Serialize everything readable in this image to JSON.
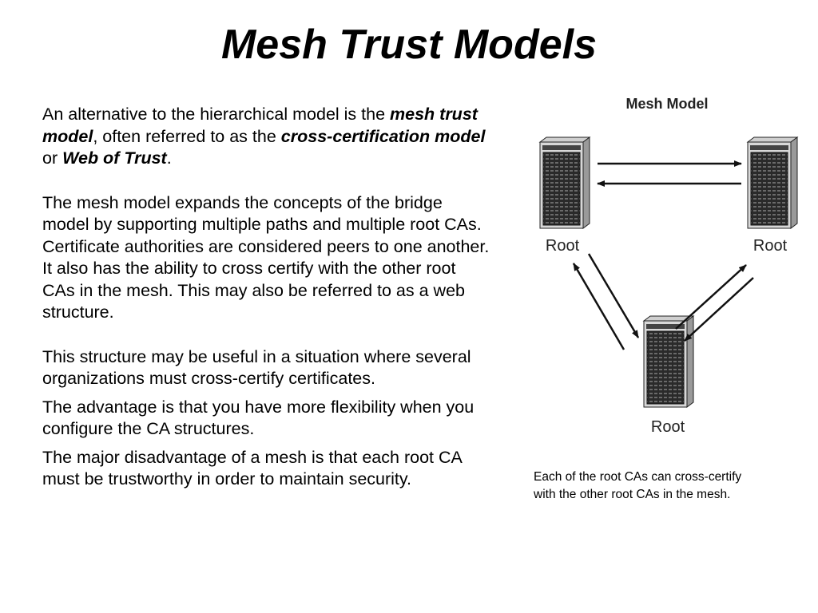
{
  "slide": {
    "title": "Mesh Trust Models"
  },
  "paragraphs": {
    "p1": {
      "a": "An alternative to the hierarchical model is the ",
      "b": "mesh trust model",
      "c": ", often referred to as the ",
      "d": "cross-certification model",
      "e": " or ",
      "f": "Web of Trust",
      "g": "."
    },
    "p2": "The mesh model expands the concepts of the bridge model by supporting multiple paths and multiple root CAs. Certificate authorities are considered peers to one another. It also has the ability to cross certify with the other root CAs in the mesh. This may also be referred to as a web structure.",
    "p3": "This structure may be useful in a situation where several organizations must cross-certify certificates.",
    "p4": "The advantage is that you have more flexibility when you configure the CA structures.",
    "p5": "The major disadvantage of a mesh is that each root CA must be trustworthy in order to maintain security."
  },
  "diagram": {
    "title": "Mesh Model",
    "nodes": [
      {
        "id": "left",
        "label": "Root"
      },
      {
        "id": "right",
        "label": "Root"
      },
      {
        "id": "bottom",
        "label": "Root"
      }
    ],
    "edges": [
      {
        "from": "left",
        "to": "right"
      },
      {
        "from": "right",
        "to": "left"
      },
      {
        "from": "left",
        "to": "bottom"
      },
      {
        "from": "bottom",
        "to": "left"
      },
      {
        "from": "right",
        "to": "bottom"
      },
      {
        "from": "bottom",
        "to": "right"
      }
    ]
  },
  "caption": {
    "line1": "Each of the root CAs can cross-certify",
    "line2": "with the other root CAs in the mesh."
  }
}
